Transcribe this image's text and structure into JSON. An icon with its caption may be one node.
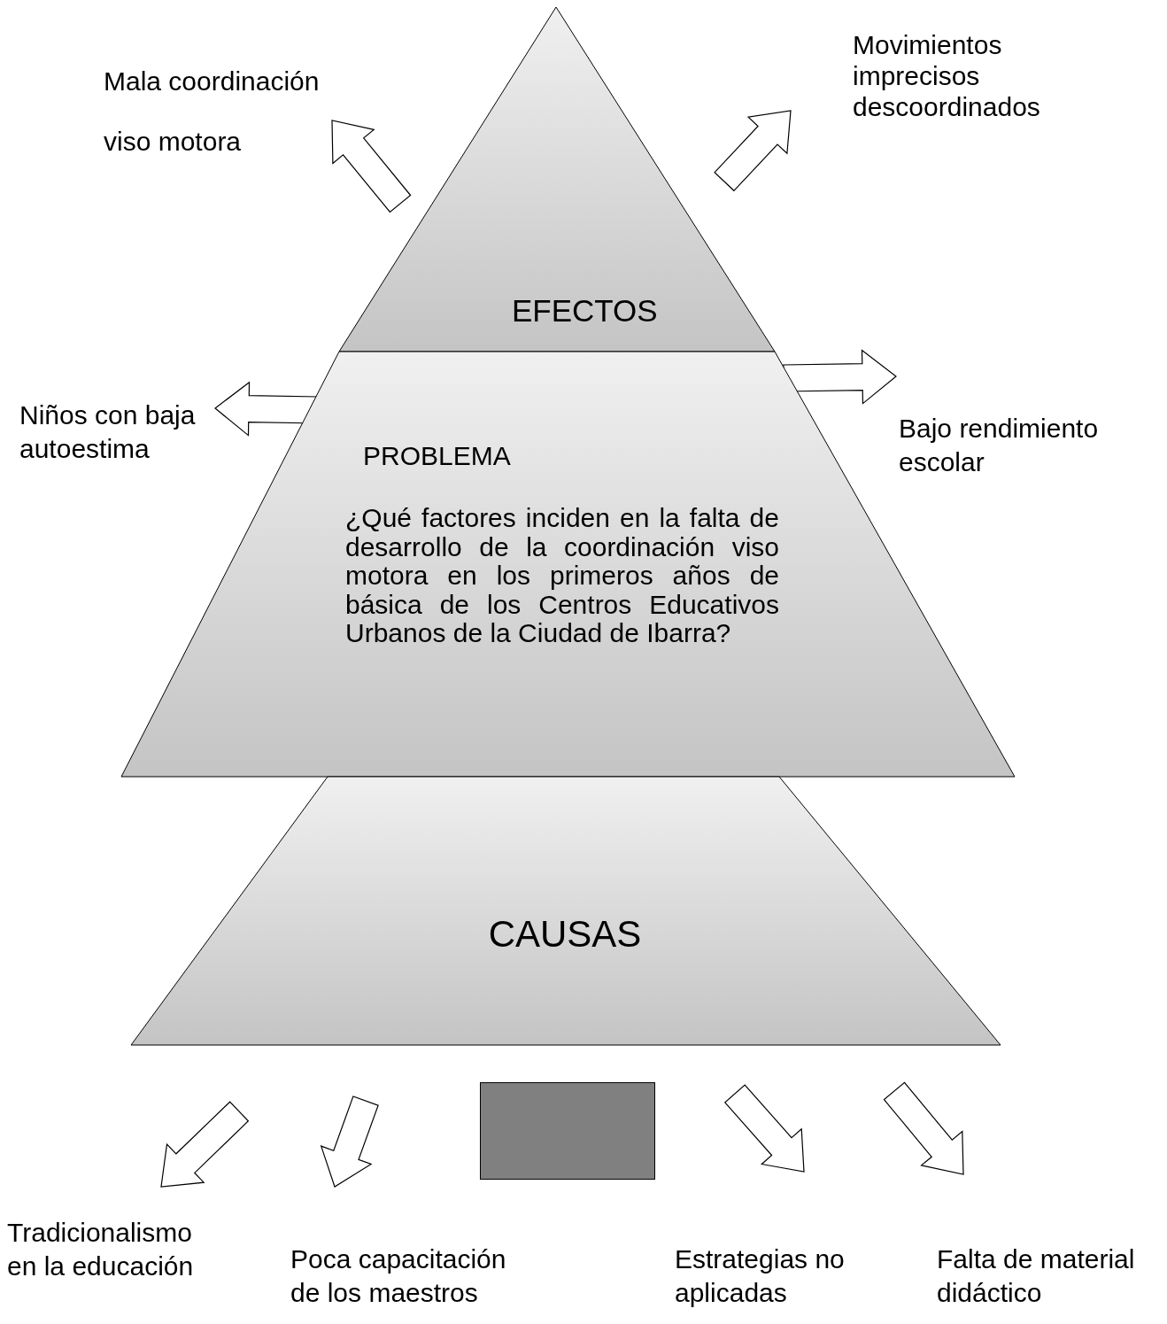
{
  "diagram": {
    "nodes": [
      {
        "text": [
          "EFECTOS"
        ]
      },
      {
        "text": [
          "PROBLEMA",
          "¿Qué factores inciden en la falta de desarrollo de la coordinación viso motora en los primeros años de básica de los Centros Educativos Urbanos de la Ciudad de Ibarra?"
        ]
      },
      {
        "text": [
          "CAUSAS"
        ]
      },
      {
        "text": [
          "Mala coordinación viso motora"
        ]
      },
      {
        "text": [
          "Movimientos imprecisos descoordinados"
        ]
      },
      {
        "text": [
          "Niños con baja autoestima"
        ]
      },
      {
        "text": [
          "Bajo rendimiento escolar"
        ]
      },
      {
        "text": [],
        "shape": "box"
      },
      {
        "text": [
          "Tradicionalismo en la educación"
        ]
      },
      {
        "text": [
          "Poca capacitación de los maestros"
        ]
      },
      {
        "text": [
          "Estrategias no aplicadas"
        ]
      },
      {
        "text": [
          "Falta de material didáctico"
        ]
      }
    ],
    "edges": [
      {
        "from": 0,
        "to": 3,
        "arrow": "to"
      },
      {
        "from": 0,
        "to": 4,
        "arrow": "to"
      },
      {
        "from": 1,
        "to": 5,
        "arrow": "to"
      },
      {
        "from": 1,
        "to": 6,
        "arrow": "to"
      },
      {
        "from": 2,
        "to": 8,
        "arrow": "to"
      },
      {
        "from": 2,
        "to": 9,
        "arrow": "to"
      },
      {
        "from": 2,
        "to": 10,
        "arrow": "to"
      },
      {
        "from": 2,
        "to": 11,
        "arrow": "to"
      }
    ]
  }
}
